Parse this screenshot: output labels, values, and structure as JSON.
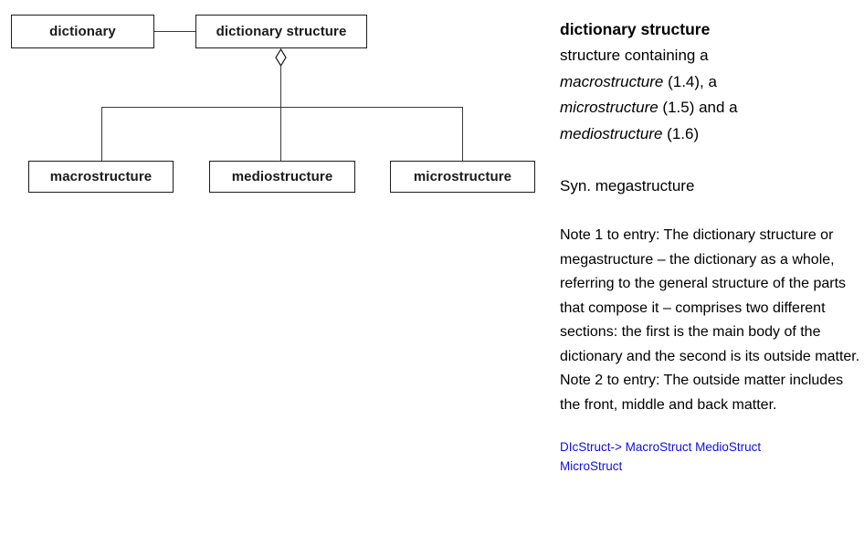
{
  "diagram": {
    "boxes": {
      "dictionary": "dictionary",
      "dictionary_structure": "dictionary structure",
      "macrostructure": "macrostructure",
      "mediostructure": "mediostructure",
      "microstructure": "microstructure"
    },
    "relation": "aggregation"
  },
  "definition": {
    "term": "dictionary structure",
    "line1": "structure containing a",
    "line2_term": "macrostructure",
    "line2_rest": " (1.4), a",
    "line3_term": "microstructure",
    "line3_rest": " (1.5) and a",
    "line4_term": "mediostructure",
    "line4_rest": " (1.6)",
    "synonym": "Syn. megastructure",
    "note1": "Note 1 to entry: The dictionary structure or megastructure – the dictionary as a whole, referring to the general structure of the parts that compose it – comprises two different sections: the first is the main body of the dictionary and the second is its outside matter.",
    "note2": "Note 2 to entry: The outside matter includes the front, middle and back matter.",
    "notation_line1": "DIcStruct-> MacroStruct MedioStruct",
    "notation_line2": "MicroStruct",
    "notation_color": "#0f0fe0",
    "notation_style": "color:#0f0fe0"
  }
}
